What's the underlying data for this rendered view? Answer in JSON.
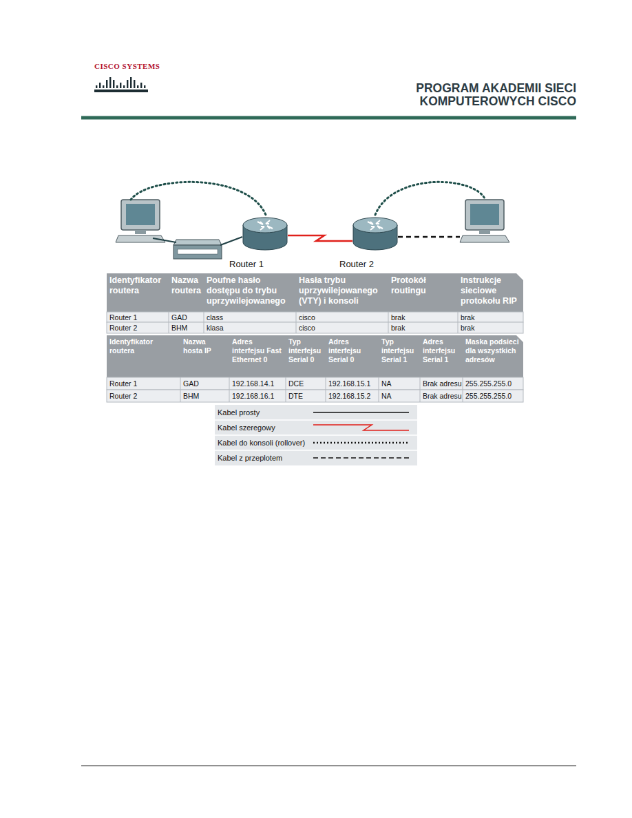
{
  "diagram": {
    "nodes": [
      {
        "text": [
          "Router 1"
        ]
      },
      {
        "text": [
          "Router 2"
        ]
      }
    ],
    "edges": [
      {
        "from": 0,
        "to": 1,
        "arrow": "none"
      }
    ],
    "labels": [
      "CISCO SYSTEMS",
      "PROGRAM AKADEMII SIECI KOMPUTEROWYCH CISCO",
      "Identyfikator routera",
      "Nazwa routera",
      "Poufne hasło dostępu do trybu uprzywilejowanego",
      "Hasła trybu uprzywilejowanego (VTY) i konsoli",
      "Protokół routingu",
      "Instrukcje sieciowe protokołu RIP",
      "Router 1",
      "GAD",
      "class",
      "cisco",
      "brak",
      "brak",
      "Router 2",
      "BHM",
      "klasa",
      "cisco",
      "brak",
      "brak",
      "Identyfikator routera",
      "Nazwa hosta IP",
      "Adres interfejsu Fast Ethernet 0",
      "Typ interfejsu Serial 0",
      "Adres interfejsu Serial 0",
      "Typ interfejsu Serial 1",
      "Adres interfejsu Serial 1",
      "Maska podsieci dla wszystkich adresów",
      "Router 1",
      "GAD",
      "192.168.14.1",
      "DCE",
      "192.168.15.1",
      "NA",
      "Brak adresu",
      "255.255.255.0",
      "Router 2",
      "BHM",
      "192.168.16.1",
      "DTE",
      "192.168.15.2",
      "NA",
      "Brak adresu",
      "255.255.255.0"
    ],
    "legend": [
      {
        "text": "Kabel prosty"
      },
      {
        "text": "Kabel szeregowy"
      },
      {
        "text": "Kabel do konsoli (rollover)"
      },
      {
        "text": "Kabel z przeplotem"
      }
    ]
  }
}
